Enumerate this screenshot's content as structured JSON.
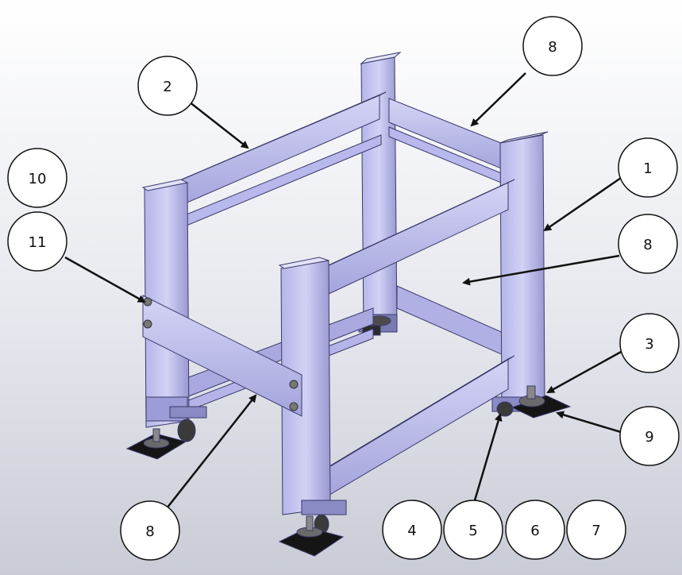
{
  "callouts": [
    {
      "id": "c2",
      "label": "2"
    },
    {
      "id": "c8a",
      "label": "8"
    },
    {
      "id": "c10",
      "label": "10"
    },
    {
      "id": "c1",
      "label": "1"
    },
    {
      "id": "c11",
      "label": "11"
    },
    {
      "id": "c8b",
      "label": "8"
    },
    {
      "id": "c3",
      "label": "3"
    },
    {
      "id": "c9",
      "label": "9"
    },
    {
      "id": "c8c",
      "label": "8"
    },
    {
      "id": "c4",
      "label": "4"
    },
    {
      "id": "c5",
      "label": "5"
    },
    {
      "id": "c6",
      "label": "6"
    },
    {
      "id": "c7",
      "label": "7"
    }
  ],
  "colors": {
    "frame_light": "#c8c8f2",
    "frame_mid": "#a9a9e0",
    "frame_dark": "#8383c0",
    "edge": "#3a3a6a",
    "pad": "#1c1c1c",
    "background_top": "#ffffff",
    "background_bottom": "#c9ccd6"
  }
}
